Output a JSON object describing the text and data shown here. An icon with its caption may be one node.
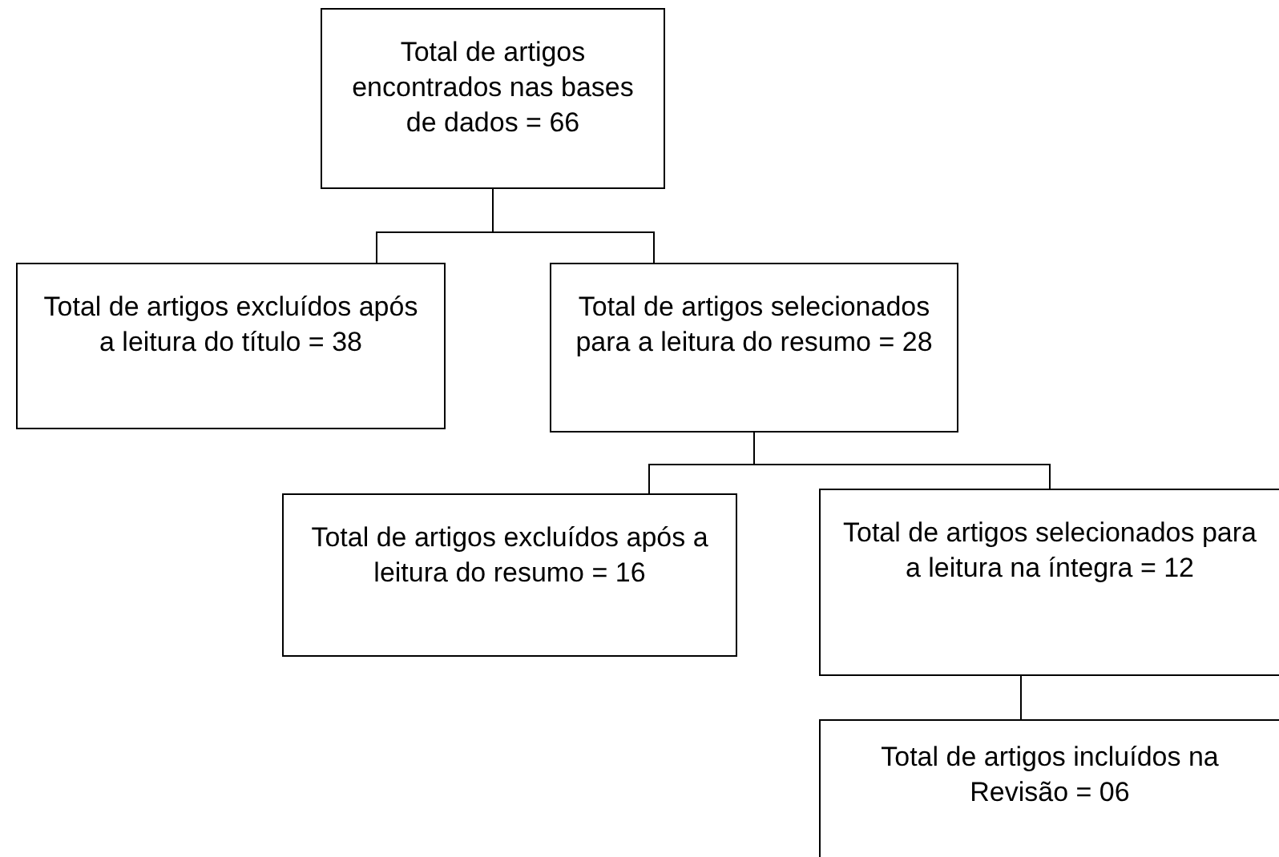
{
  "diagram": {
    "nodes": [
      {
        "text": [
          "Total de artigos encontrados nas bases de dados = 66"
        ]
      },
      {
        "text": [
          "Total de artigos excluídos após a leitura do título = 38"
        ]
      },
      {
        "text": [
          "Total de artigos selecionados para a leitura do resumo = 28"
        ]
      },
      {
        "text": [
          "Total de artigos excluídos após a leitura do resumo = 16"
        ]
      },
      {
        "text": [
          "Total de artigos selecionados para a leitura na íntegra = 12"
        ]
      },
      {
        "text": [
          "Total de artigos incluídos na Revisão = 06"
        ]
      }
    ],
    "edges": [
      {
        "from": 0,
        "to": 1,
        "arrow": "none"
      },
      {
        "from": 0,
        "to": 2,
        "arrow": "none"
      },
      {
        "from": 2,
        "to": 3,
        "arrow": "none"
      },
      {
        "from": 2,
        "to": 4,
        "arrow": "none"
      },
      {
        "from": 4,
        "to": 5,
        "arrow": "none"
      }
    ]
  }
}
